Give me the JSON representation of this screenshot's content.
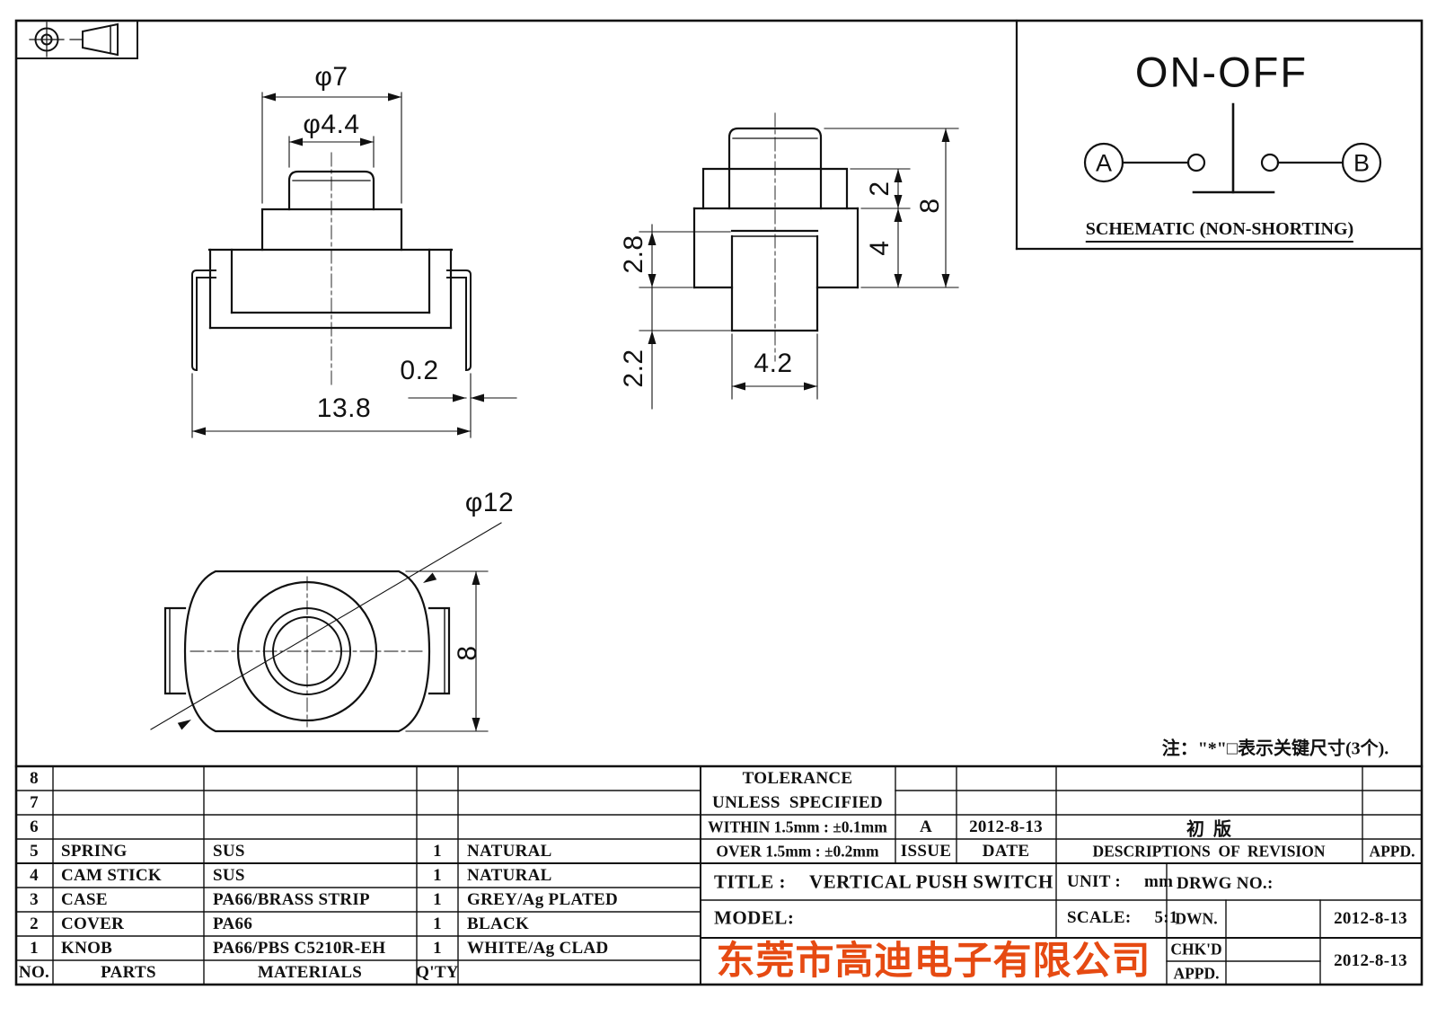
{
  "sheet": {
    "background": "#ffffff",
    "line_color": "#111111",
    "accent_color": "#e64a12"
  },
  "icons": {
    "projection_symbol": "third-angle-projection-icon",
    "switch_symbol": "push-switch-contact-icon"
  },
  "schematic": {
    "title": "ON-OFF",
    "terminal_a": "A",
    "terminal_b": "B",
    "caption": "SCHEMATIC (NON-SHORTING)"
  },
  "views": {
    "front": {
      "dia_outer": "φ7",
      "dia_top": "φ4.4",
      "pin_thickness": "0.2",
      "overall_width": "13.8"
    },
    "side": {
      "lower_body": "2.8",
      "stem_below": "2.2",
      "stem_width": "4.2",
      "step_height": "2",
      "body_height": "4",
      "overall_height": "8"
    },
    "top": {
      "dia_body": "φ12",
      "body_depth": "8"
    }
  },
  "note": "注：\"*\"□表示关键尺寸(3个).",
  "parts_table": {
    "headers": {
      "no": "NO.",
      "parts": "PARTS",
      "materials": "MATERIALS",
      "qty": "Q'TY"
    },
    "rows": [
      {
        "no": "8",
        "part": "",
        "material": "",
        "qty": "",
        "remark": ""
      },
      {
        "no": "7",
        "part": "",
        "material": "",
        "qty": "",
        "remark": ""
      },
      {
        "no": "6",
        "part": "",
        "material": "",
        "qty": "",
        "remark": ""
      },
      {
        "no": "5",
        "part": "SPRING",
        "material": "SUS",
        "qty": "1",
        "remark": "NATURAL"
      },
      {
        "no": "4",
        "part": "CAM STICK",
        "material": "SUS",
        "qty": "1",
        "remark": "NATURAL"
      },
      {
        "no": "3",
        "part": "CASE",
        "material": "PA66/BRASS STRIP",
        "qty": "1",
        "remark": "GREY/Ag PLATED"
      },
      {
        "no": "2",
        "part": "COVER",
        "material": "PA66",
        "qty": "1",
        "remark": "BLACK"
      },
      {
        "no": "1",
        "part": "KNOB",
        "material": "PA66/PBS C5210R-EH",
        "qty": "1",
        "remark": "WHITE/Ag CLAD"
      }
    ]
  },
  "tolerance_block": {
    "line1": "TOLERANCE",
    "line2": "UNLESS  SPECIFIED",
    "within": "WITHIN 1.5mm : ±0.1mm",
    "over": "OVER 1.5mm : ±0.2mm"
  },
  "revision_block": {
    "issue_value": "A",
    "date_value": "2012-8-13",
    "description_value": "初  版",
    "issue_label": "ISSUE",
    "date_label": "DATE",
    "description_label": "DESCRIPTIONS  OF  REVISION",
    "appd_label": "APPD."
  },
  "title_block": {
    "title_label": "TITLE :",
    "title_value": "VERTICAL PUSH SWITCH",
    "unit_label": "UNIT :",
    "unit_value": "mm",
    "drwg_label": "DRWG NO.:",
    "model_label": "MODEL:",
    "scale_label": "SCALE:",
    "scale_value": "5:1",
    "dwn_label": "DWN.",
    "chkd_label": "CHK'D",
    "appd_label": "APPD.",
    "dwn_date": "2012-8-13",
    "chkd_date": "2012-8-13",
    "company": "东莞市高迪电子有限公司",
    "company_style": "color:#e64a12"
  }
}
